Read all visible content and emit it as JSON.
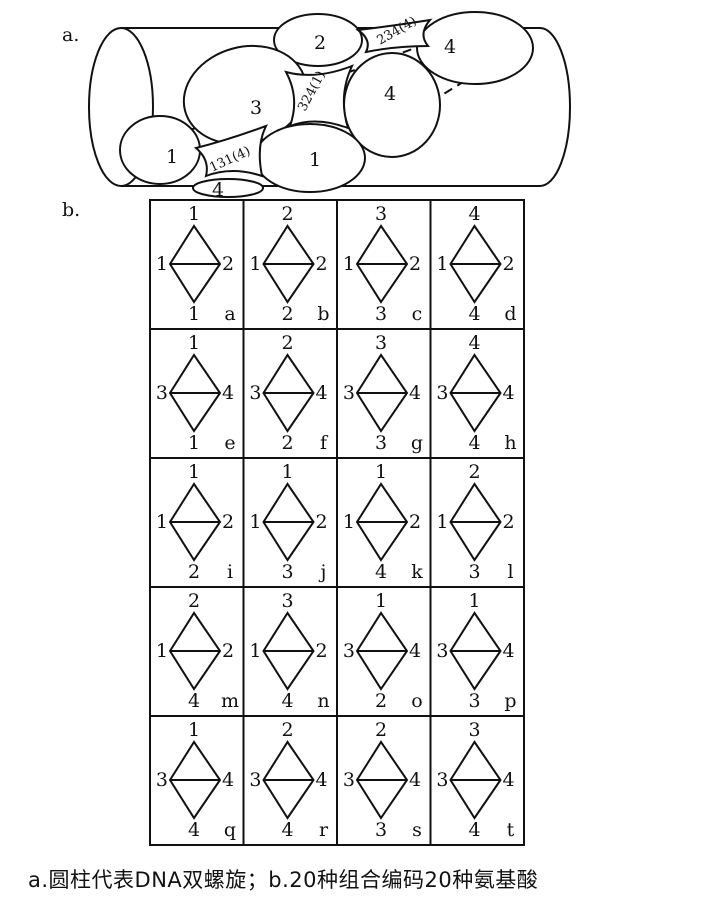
{
  "part_a": {
    "label": "a.",
    "ellipse_labels": [
      "2",
      "4",
      "3",
      "4",
      "1",
      "1",
      "4"
    ],
    "triplet_labels": [
      "234(4)",
      "324(1)",
      "131(4)"
    ]
  },
  "part_b": {
    "label": "b.",
    "grid": [
      [
        {
          "top": "1",
          "left": "1",
          "right": "2",
          "bottom": "1",
          "letter": "a"
        },
        {
          "top": "2",
          "left": "1",
          "right": "2",
          "bottom": "2",
          "letter": "b"
        },
        {
          "top": "3",
          "left": "1",
          "right": "2",
          "bottom": "3",
          "letter": "c"
        },
        {
          "top": "4",
          "left": "1",
          "right": "2",
          "bottom": "4",
          "letter": "d"
        }
      ],
      [
        {
          "top": "1",
          "left": "3",
          "right": "4",
          "bottom": "1",
          "letter": "e"
        },
        {
          "top": "2",
          "left": "3",
          "right": "4",
          "bottom": "2",
          "letter": "f"
        },
        {
          "top": "3",
          "left": "3",
          "right": "4",
          "bottom": "3",
          "letter": "g"
        },
        {
          "top": "4",
          "left": "3",
          "right": "4",
          "bottom": "4",
          "letter": "h"
        }
      ],
      [
        {
          "top": "1",
          "left": "1",
          "right": "2",
          "bottom": "2",
          "letter": "i"
        },
        {
          "top": "1",
          "left": "1",
          "right": "2",
          "bottom": "3",
          "letter": "j"
        },
        {
          "top": "1",
          "left": "1",
          "right": "2",
          "bottom": "4",
          "letter": "k"
        },
        {
          "top": "2",
          "left": "1",
          "right": "2",
          "bottom": "3",
          "letter": "l"
        }
      ],
      [
        {
          "top": "2",
          "left": "1",
          "right": "2",
          "bottom": "4",
          "letter": "m"
        },
        {
          "top": "3",
          "left": "1",
          "right": "2",
          "bottom": "4",
          "letter": "n"
        },
        {
          "top": "1",
          "left": "3",
          "right": "4",
          "bottom": "2",
          "letter": "o"
        },
        {
          "top": "1",
          "left": "3",
          "right": "4",
          "bottom": "3",
          "letter": "p"
        }
      ],
      [
        {
          "top": "1",
          "left": "3",
          "right": "4",
          "bottom": "4",
          "letter": "q"
        },
        {
          "top": "2",
          "left": "3",
          "right": "4",
          "bottom": "4",
          "letter": "r"
        },
        {
          "top": "2",
          "left": "3",
          "right": "4",
          "bottom": "3",
          "letter": "s"
        },
        {
          "top": "3",
          "left": "3",
          "right": "4",
          "bottom": "4",
          "letter": "t"
        }
      ]
    ]
  },
  "caption": "a.圆柱代表DNA双螺旋；b.20种组合编码20种氨基酸"
}
